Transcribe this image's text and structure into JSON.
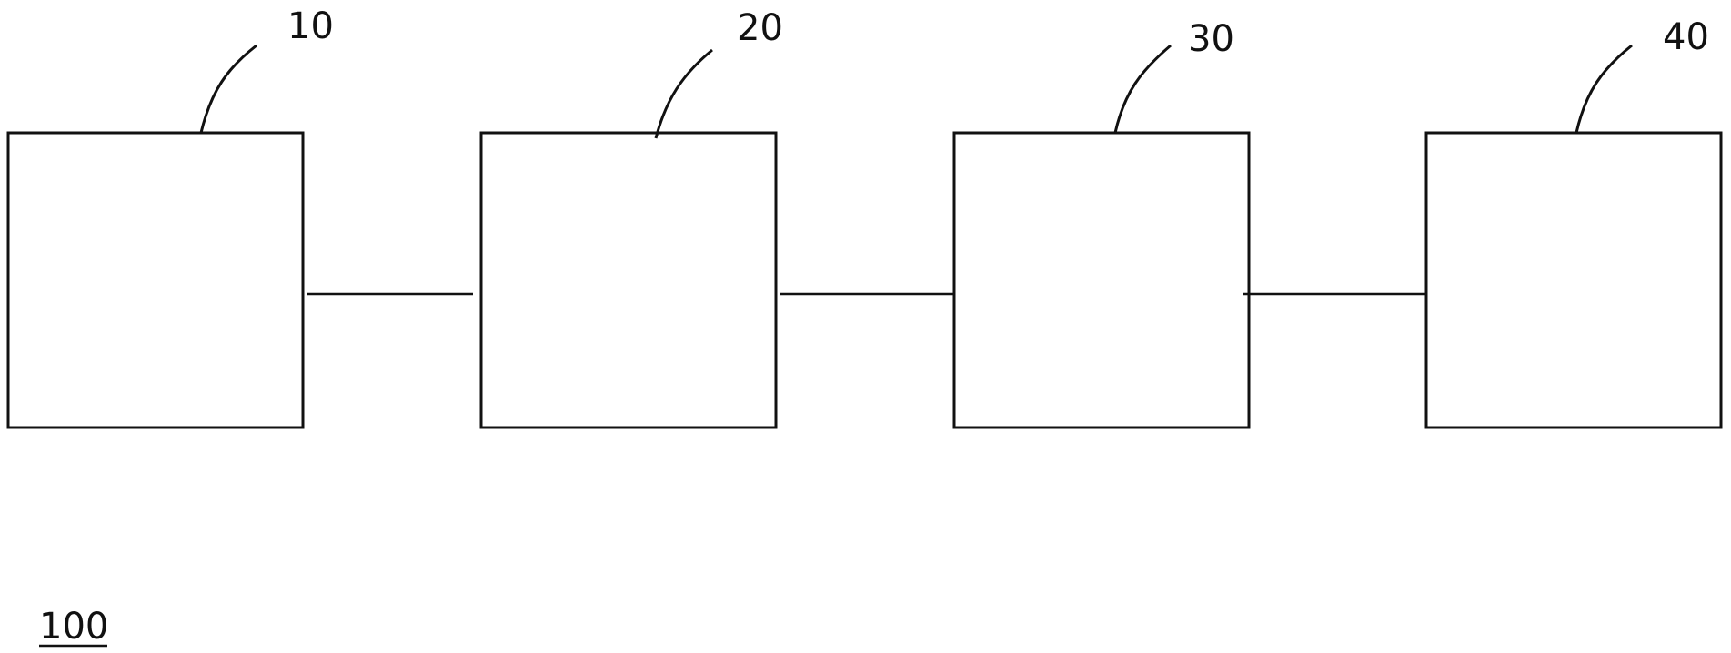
{
  "diagram": {
    "blocks": [
      {
        "id": "block-10",
        "ref": "10"
      },
      {
        "id": "block-20",
        "ref": "20"
      },
      {
        "id": "block-30",
        "ref": "30"
      },
      {
        "id": "block-40",
        "ref": "40"
      }
    ],
    "connections": [
      [
        "block-10",
        "block-20"
      ],
      [
        "block-20",
        "block-30"
      ],
      [
        "block-30",
        "block-40"
      ]
    ],
    "figure_label": "100",
    "colors": {
      "stroke": "#111111",
      "background": "#ffffff"
    }
  }
}
